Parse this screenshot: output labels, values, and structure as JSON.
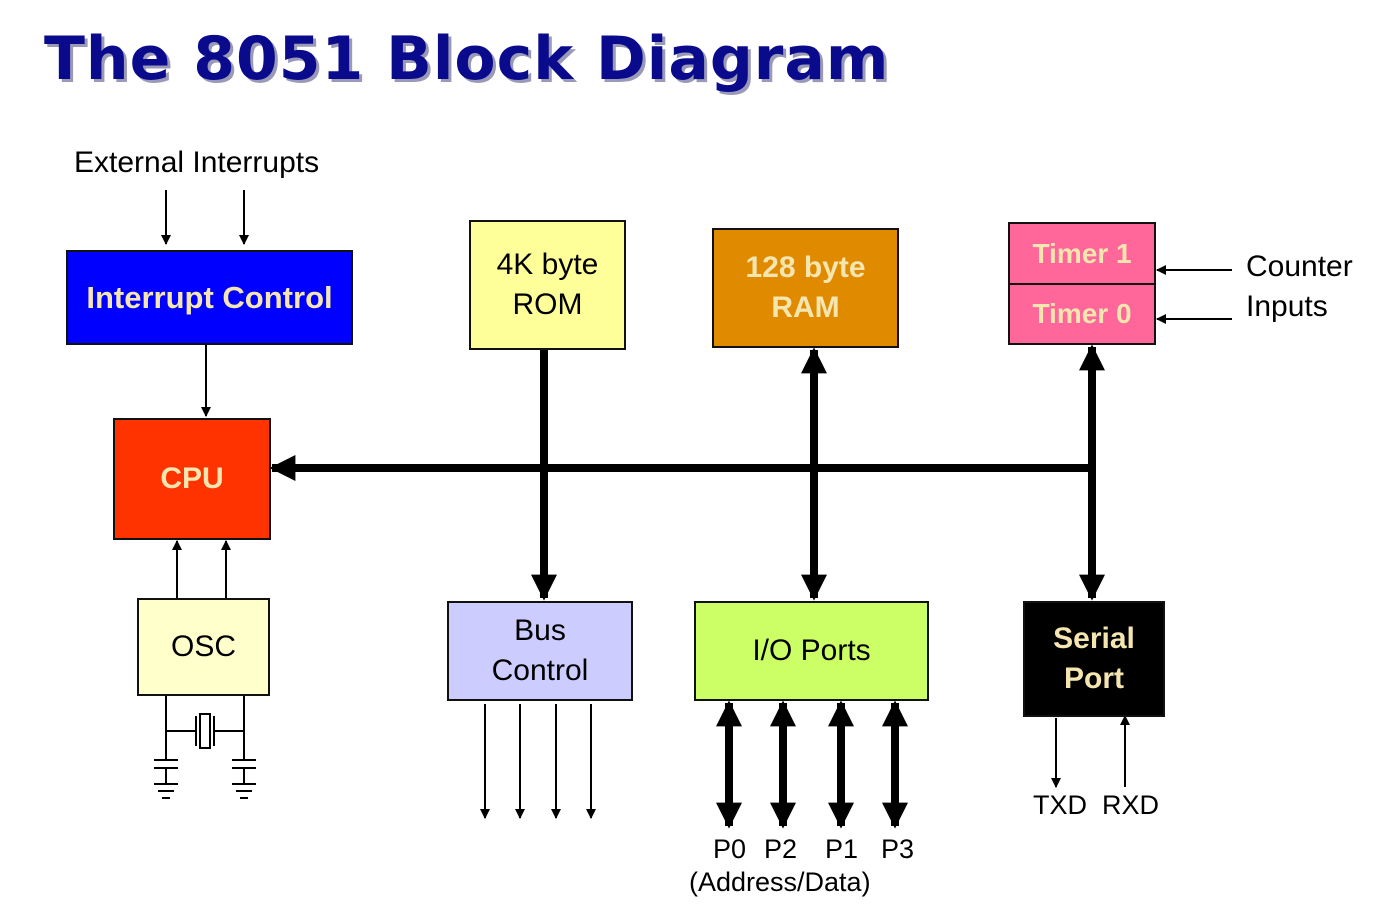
{
  "title": "The 8051 Block Diagram",
  "labels": {
    "external_interrupts": "External  Interrupts",
    "counter": "Counter",
    "inputs": "Inputs",
    "txd": "TXD",
    "rxd": "RXD",
    "p0": "P0",
    "p2": "P2",
    "p1": "P1",
    "p3": "P3",
    "address_data": "(Address/Data)"
  },
  "blocks": {
    "interrupt_control": {
      "label": "Interrupt Control",
      "color": "#0000ff"
    },
    "cpu": {
      "label": "CPU",
      "color": "#ff3300"
    },
    "osc": {
      "label": "OSC",
      "color": "#ffffcc"
    },
    "rom": {
      "line1": "4K byte",
      "line2": "ROM",
      "color": "#ffff99"
    },
    "ram": {
      "line1": "128 byte",
      "line2": "RAM",
      "color": "#e08a00"
    },
    "timer1": {
      "label": "Timer 1",
      "color": "#ff6699"
    },
    "timer0": {
      "label": "Timer 0",
      "color": "#ff6699"
    },
    "bus_control": {
      "line1": "Bus",
      "line2": "Control",
      "color": "#ccccff"
    },
    "io_ports": {
      "label": "I/O Ports",
      "color": "#ccff66"
    },
    "serial_port": {
      "line1": "Serial",
      "line2": "Port",
      "color": "#000000"
    }
  }
}
